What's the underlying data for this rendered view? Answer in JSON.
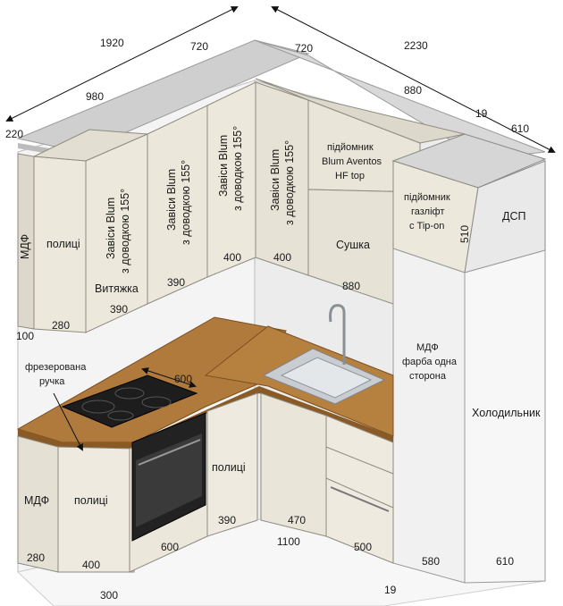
{
  "dimensions": {
    "top_total_left": "1920",
    "top_720_left": "720",
    "top_720_right": "720",
    "top_total_right": "2230",
    "upper_980": "980",
    "upper_880": "880",
    "depth_220": "220",
    "gap_19_top": "19",
    "fridge_610_top": "610",
    "panel_510": "510",
    "side_100": "100",
    "shelf_280_upper": "280",
    "hood_390": "390",
    "cab_390_upper": "390",
    "cab_400_upper_a": "400",
    "cab_400_upper_b": "400",
    "dryer_880": "880",
    "hob_600": "600",
    "base_280": "280",
    "base_400": "400",
    "oven_600": "600",
    "base_390": "390",
    "base_470": "470",
    "base_1100": "1100",
    "base_500": "500",
    "fridge_580": "580",
    "fridge_610_bottom": "610",
    "bottom_300": "300",
    "gap_19_bottom": "19"
  },
  "labels": {
    "mdf_upper": "МДФ",
    "shelves_upper": "полиці",
    "hinges_1_line1": "Завіси Blum",
    "hinges_1_line2": "з доводкою 155°",
    "hinges_2_line1": "Завіси Blum",
    "hinges_2_line2": "з доводкою 155°",
    "hinges_3_line1": "Завіси Blum",
    "hinges_3_line2": "з доводкою 155°",
    "hinges_4_line1": "Завіси Blum",
    "hinges_4_line2": "з доводкою 155°",
    "hood": "Витяжка",
    "lift_line1": "підйомник",
    "lift_line2": "Blum Aventos",
    "lift_line3": "HF top",
    "dryer": "Сушка",
    "gaslift_line1": "підйомник",
    "gaslift_line2": "газліфт",
    "gaslift_line3": "с Tip-on",
    "chipboard": "ДСП",
    "milled_line1": "фрезерована",
    "milled_line2": "ручка",
    "mdf_paint_line1": "МДФ",
    "mdf_paint_line2": "фарба одна",
    "mdf_paint_line3": "сторона",
    "fridge": "Холодильник",
    "mdf_base": "МДФ",
    "shelves_base_left": "полиці",
    "shelves_base_mid": "полиці"
  }
}
